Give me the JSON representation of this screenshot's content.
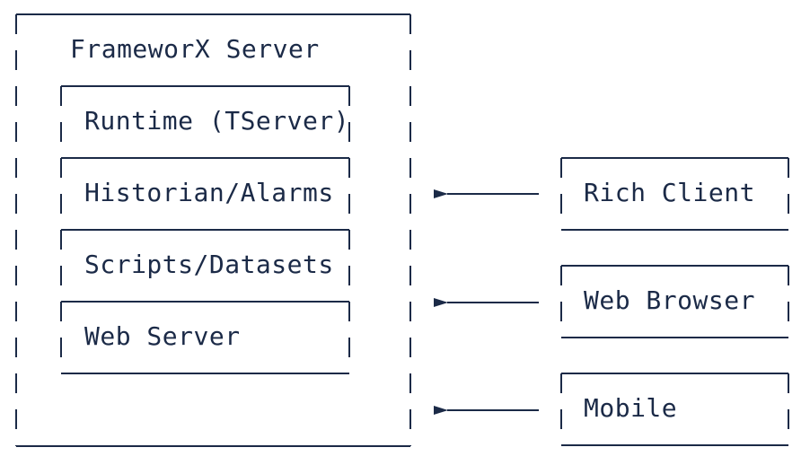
{
  "server": {
    "title": "FrameworX Server",
    "layers": [
      "Runtime (TServer)",
      "Historian/Alarms",
      "Scripts/Datasets",
      "Web Server"
    ]
  },
  "clients": [
    "Rich Client",
    "Web Browser",
    "Mobile"
  ],
  "colors": {
    "stroke": "#1b2a47",
    "background": "#ffffff"
  }
}
